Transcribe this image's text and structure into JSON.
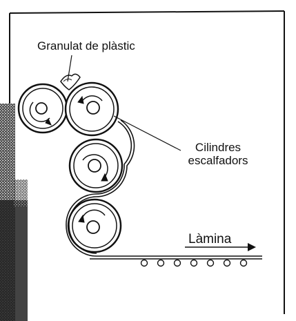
{
  "labels": {
    "granulat": "Granulat de plàstic",
    "cilindres_line1": "Cilindres",
    "cilindres_line2": "escalfadors",
    "lamina": "Làmina"
  },
  "colors": {
    "ink": "#111111",
    "background": "#ffffff",
    "scan_shadow": "#2a2a2a"
  }
}
